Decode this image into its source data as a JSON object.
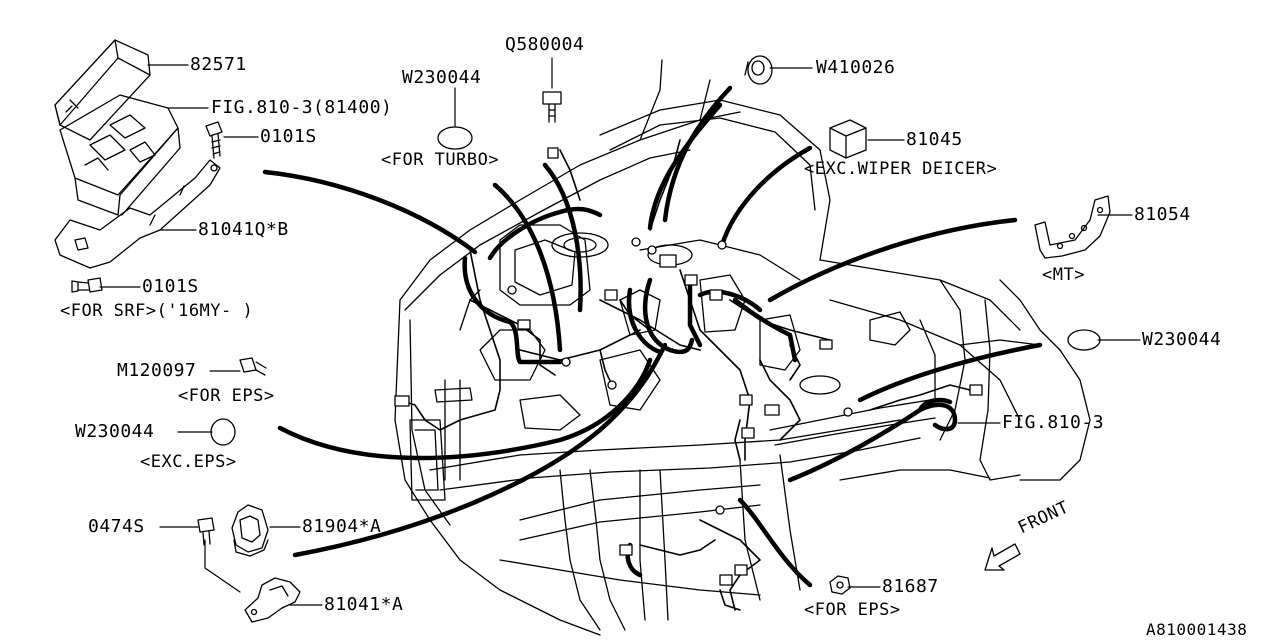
{
  "diagram_id": "A810001438",
  "colors": {
    "ink": "#000000",
    "background": "#ffffff"
  },
  "labels": {
    "p82571": "82571",
    "fig810_3_81400": "FIG.810-3(81400)",
    "p0101s_top": "0101S",
    "p81041qb": "81041Q*B",
    "p0101s_bottom": "0101S",
    "note_srf": "<FOR SRF>('16MY- )",
    "m120097": "M120097",
    "note_for_eps_1": "<FOR EPS>",
    "w230044_left": "W230044",
    "note_exc_eps": "<EXC.EPS>",
    "p0474s": "0474S",
    "p81904a": "81904*A",
    "p81041a": "81041*A",
    "w230044_top": "W230044",
    "note_for_turbo": "<FOR TURBO>",
    "q580004": "Q580004",
    "w410026": "W410026",
    "p81045": "81045",
    "note_exc_wiper": "<EXC.WIPER DEICER>",
    "p81054": "81054",
    "note_mt": "<MT>",
    "w230044_right": "W230044",
    "fig810_3": "FIG.810-3",
    "front": "FRONT",
    "p81687": "81687",
    "note_for_eps_2": "<FOR EPS>"
  }
}
